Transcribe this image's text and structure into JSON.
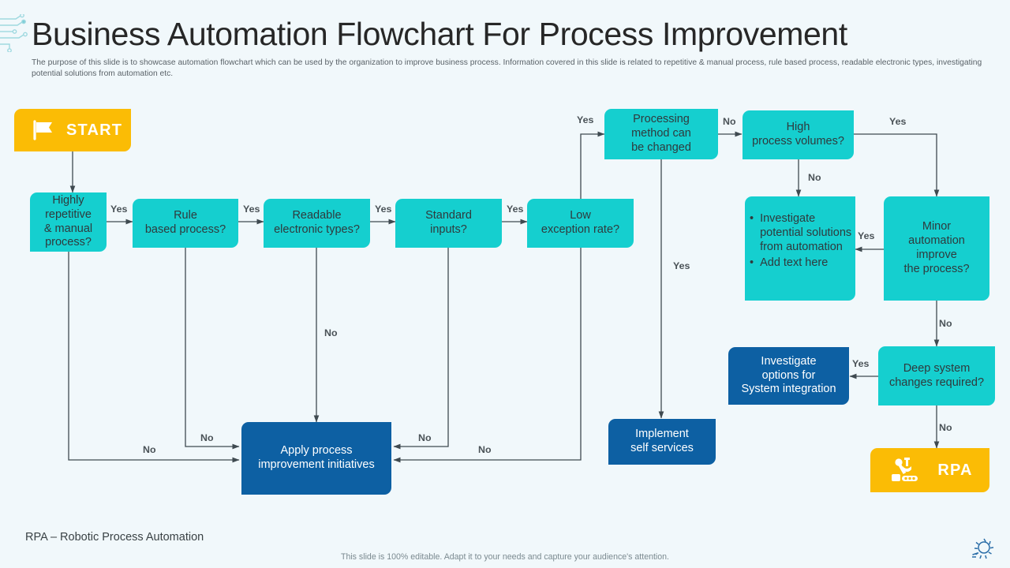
{
  "header": {
    "title": "Business Automation Flowchart For Process Improvement",
    "subtitle": "The purpose of this slide is to showcase automation flowchart which can be used by the organization to improve business process. Information covered in this slide is related to repetitive & manual process, rule based process, readable electronic types, investigating potential solutions from automation etc.",
    "deco_icon": "circuit-trace-icon"
  },
  "colors": {
    "background": "#f1f8fb",
    "teal": "#15cfcf",
    "blue": "#0d60a3",
    "amber": "#fbbc05",
    "edge": "#3f4a50",
    "title": "#272727"
  },
  "nodes": {
    "start": {
      "label": "START",
      "icon": "flag-icon",
      "type": "terminator",
      "color": "#fbbc05"
    },
    "highly_repetitive": {
      "label": "Highly\nrepetitive\n& manual\nprocess?",
      "type": "decision",
      "color": "#15cfcf"
    },
    "rule_based": {
      "label": "Rule\nbased process?",
      "type": "decision",
      "color": "#15cfcf"
    },
    "readable_types": {
      "label": "Readable\nelectronic types?",
      "type": "decision",
      "color": "#15cfcf"
    },
    "standard_inputs": {
      "label": "Standard\ninputs?",
      "type": "decision",
      "color": "#15cfcf"
    },
    "low_exception": {
      "label": "Low\nexception rate?",
      "type": "decision",
      "color": "#15cfcf"
    },
    "processing_method": {
      "label": "Processing\nmethod can\nbe changed",
      "type": "decision",
      "color": "#15cfcf"
    },
    "high_volumes": {
      "label": "High\nprocess volumes?",
      "type": "decision",
      "color": "#15cfcf"
    },
    "investigate_solutions": {
      "type": "process",
      "color": "#15cfcf",
      "bullets": [
        "Investigate potential solutions from automation",
        "Add text here"
      ]
    },
    "minor_automation": {
      "label": "Minor\nautomation\nimprove\nthe process?",
      "type": "decision",
      "color": "#15cfcf"
    },
    "deep_system": {
      "label": "Deep system\nchanges required?",
      "type": "decision",
      "color": "#15cfcf"
    },
    "investigate_options": {
      "label": "Investigate\noptions for\nSystem integration",
      "type": "process",
      "color": "#0d60a3"
    },
    "apply_process": {
      "label": "Apply process\nimprovement  initiatives",
      "type": "process",
      "color": "#0d60a3"
    },
    "implement_self": {
      "label": "Implement\nself services",
      "type": "process",
      "color": "#0d60a3"
    },
    "rpa": {
      "label": "RPA",
      "icon": "robot-arm-icon",
      "type": "terminator",
      "color": "#fbbc05"
    }
  },
  "edge_labels": {
    "yes_1": "Yes",
    "yes_2": "Yes",
    "yes_3": "Yes",
    "yes_4": "Yes",
    "yes_low_to_processing": "Yes",
    "no_processing_to_high": "No",
    "yes_high_to_minor": "Yes",
    "no_high_to_investigate": "No",
    "yes_minor_to_investigate": "Yes",
    "yes_deep_to_options": "Yes",
    "no_minor_to_deep": "No",
    "no_deep_to_rpa": "No",
    "yes_processing_down": "Yes",
    "no_repetitive": "No",
    "no_rule": "No",
    "no_readable": "No",
    "no_standard": "No",
    "no_low": "No"
  },
  "footer": {
    "legend": "RPA – Robotic Process Automation",
    "note": "This slide is 100% editable. Adapt it to your needs and capture your audience's attention.",
    "logo": "gear-sun-logo-icon"
  }
}
